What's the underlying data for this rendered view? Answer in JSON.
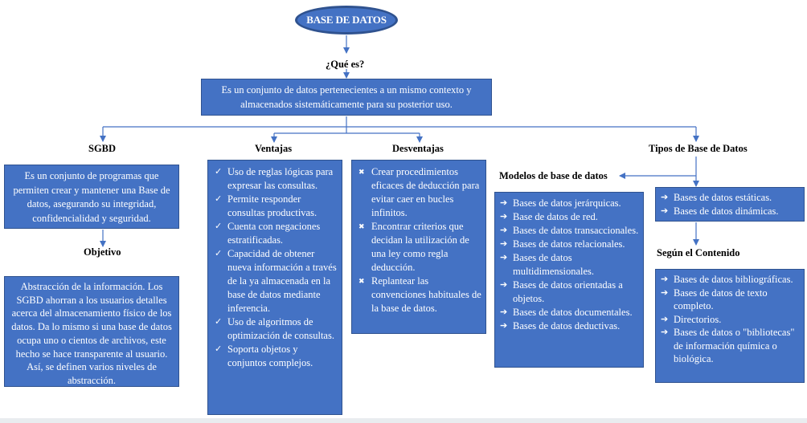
{
  "colors": {
    "box": "#4472c4",
    "border": "#2f528f",
    "text": "#ffffff",
    "arrow": "#4472c4"
  },
  "title": "BASE DE DATOS",
  "question": "¿Qué es?",
  "definition": "Es un conjunto de datos pertenecientes a un mismo contexto y almacenados sistemáticamente para su posterior uso.",
  "sgbd": {
    "label": "SGBD",
    "text": "Es un conjunto de programas que permiten crear y mantener una Base de datos, asegurando su integridad, confidencialidad y seguridad.",
    "objective_label": "Objetivo",
    "objective_text": "Abstracción de la información. Los SGBD ahorran a los usuarios detalles acerca del almacenamiento físico de los datos. Da lo mismo si una base de datos ocupa uno o cientos de archivos, este hecho se hace transparente al usuario. Así, se definen varios niveles de abstracción."
  },
  "ventajas": {
    "label": "Ventajas",
    "marker": "✓",
    "items": [
      "Uso de reglas lógicas para expresar las consultas.",
      "Permite responder consultas productivas.",
      "Cuenta con negaciones estratificadas.",
      "Capacidad de obtener nueva información a través de la ya almacenada en la base de datos mediante inferencia.",
      "Uso de algoritmos de optimización de consultas.",
      "Soporta objetos y conjuntos complejos."
    ]
  },
  "desventajas": {
    "label": "Desventajas",
    "marker": "✖",
    "items": [
      "Crear procedimientos eficaces de deducción para evitar caer en bucles infinitos.",
      "Encontrar criterios que decidan la utilización de una ley como regla deducción.",
      "Replantear las convenciones habituales de la base de datos."
    ]
  },
  "tipos": {
    "label": "Tipos de Base de Datos",
    "marker": "➔",
    "basic_items": [
      "Bases de datos estáticas.",
      "Bases de datos dinámicas."
    ],
    "models_label": "Modelos de base de datos",
    "models_items": [
      "Bases de datos jerárquicas.",
      "Base de datos de red.",
      "Bases de datos transaccionales.",
      "Bases de datos relacionales.",
      "Bases de datos multidimensionales.",
      "Bases de datos orientadas a objetos.",
      "Bases de datos documentales.",
      "Bases de datos deductivas."
    ],
    "content_label": "Según el Contenido",
    "content_items": [
      "Bases de datos bibliográficas.",
      "Bases de datos de texto completo.",
      "Directorios.",
      "Bases de datos o \"bibliotecas\" de información química o biológica."
    ]
  }
}
